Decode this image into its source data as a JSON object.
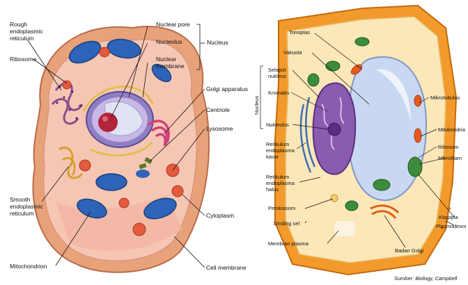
{
  "animal_cell": {
    "labels": {
      "rough_er": "Rough\nendoplasmic\nreticulum",
      "ribosome": "Ribosome",
      "nuclear_pore": "Nuclear pore",
      "nucleolus": "Nucleolus",
      "nuclear_membrane": "Nuclear\nmembrane",
      "nucleus": "Nucleus",
      "golgi": "Golgi apparatus",
      "centriole": "Centriole",
      "lysosome": "Lysosome",
      "smooth_er": "Smooth\nendoplasmic\nreticulum",
      "cytoplasm": "Cytoplasm",
      "mitochondrion": "Mitochondrion",
      "cell_membrane": "Cell membrane"
    }
  },
  "plant_cell": {
    "labels": {
      "tonoplas": "Tonoplas",
      "vakuola": "Vakuola",
      "selaput_nukleus": "Selaput\nnukleus",
      "kromatin": "Kromatin",
      "nukleolus": "Nukleolus",
      "nucleus_bracket": "Nucleus",
      "re_kasar": "Retikulum\nendoplasma\nkasar",
      "re_halus": "Retikulum\nendoplasma\nhalus",
      "peroksisom": "Peroksisom",
      "dinding_sel": "Dinding sel",
      "membran_plasma": "Membran plasma",
      "badan_golgi": "Badan Golgi",
      "mikrotubulus": "Mikrotubulus",
      "mitokondria": "Mitokondria",
      "ribosom": "Ribosom",
      "mikrofilamen": "Mikrofilam",
      "kloroplas": "Kloropla",
      "plasmodesma": "Plasmodesm",
      "source": "Sumber: Biology, Campbell"
    }
  },
  "colors": {
    "animal_membrane": "#e8a27a",
    "animal_cytoplasm": "#f6c6b4",
    "nucleus_purple": "#c9b8e6",
    "nucleolus_red": "#b0253a",
    "mitochondria_blue": "#2d63b8",
    "plant_wall": "#f39a2c",
    "plant_cytoplasm": "#fbe7b8",
    "vacuole": "#c9d8f2",
    "chloroplast": "#3d8b3d"
  }
}
